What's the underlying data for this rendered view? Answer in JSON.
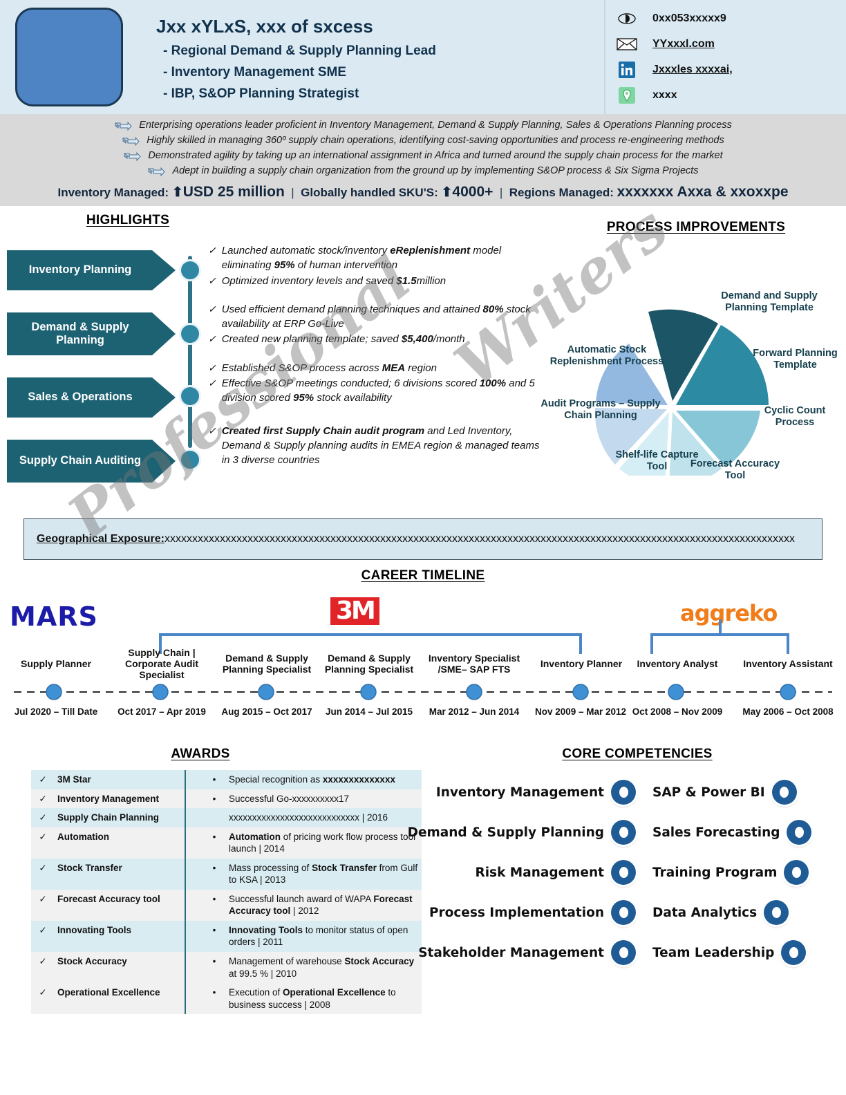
{
  "header": {
    "photo_alt": "profile-photo-placeholder",
    "name": "Jxx xYLxS, xxx of sxcess",
    "roles": [
      "- Regional Demand & Supply Planning Lead",
      "- Inventory Management SME",
      "- IBP, S&OP Planning Strategist"
    ],
    "contacts": [
      {
        "icon": "phone-icon",
        "value": "0xx053xxxxx9",
        "link": false
      },
      {
        "icon": "email-icon",
        "value": "YYxxxl.com",
        "link": true
      },
      {
        "icon": "linkedin-icon",
        "value": "Jxxxles xxxxai,",
        "link": true
      },
      {
        "icon": "location-pin-icon",
        "value": "xxxx",
        "link": false
      }
    ]
  },
  "summary": {
    "bullets": [
      "Enterprising operations leader proficient in Inventory Management, Demand & Supply Planning, Sales & Operations Planning process",
      "Highly skilled in managing 360º supply chain operations, identifying cost-saving opportunities and process re-engineering methods",
      "Demonstrated agility by taking up an international assignment in Africa and turned around the supply chain process for the market",
      "Adept in building a supply chain organization from the ground up by implementing S&OP process & Six Sigma Projects"
    ],
    "stats": [
      {
        "label": "Inventory Managed:",
        "value": "USD 25 million",
        "arrow": "up-arrow"
      },
      {
        "label": "Globally handled SKU'S:",
        "value": "4000+",
        "arrow": "up-arrow"
      },
      {
        "label": "Regions Managed:",
        "value": "xxxxxxx Axxa & xxoxxpe",
        "arrow": ""
      }
    ]
  },
  "highlights": {
    "title": "HIGHLIGHTS",
    "groups": [
      {
        "chevron": "Inventory Planning",
        "items": [
          {
            "parts": [
              {
                "t": "Launched automatic stock/inventory ",
                "b": false
              },
              {
                "t": "eReplenishment",
                "b": true
              },
              {
                "t": " model eliminating ",
                "b": false
              },
              {
                "t": "95%",
                "b": true
              },
              {
                "t": " of human intervention",
                "b": false
              }
            ]
          },
          {
            "parts": [
              {
                "t": "Optimized inventory levels and saved ",
                "b": false
              },
              {
                "t": "$1.5",
                "b": true
              },
              {
                "t": "million",
                "b": false
              }
            ]
          }
        ]
      },
      {
        "chevron": "Demand & Supply Planning",
        "items": [
          {
            "parts": [
              {
                "t": "Used efficient demand planning techniques and attained ",
                "b": false
              },
              {
                "t": "80%",
                "b": true
              },
              {
                "t": " stock availability at ERP Go-Live",
                "b": false
              }
            ]
          },
          {
            "parts": [
              {
                "t": "Created new planning template; saved ",
                "b": false
              },
              {
                "t": "$5,400",
                "b": true
              },
              {
                "t": "/month",
                "b": false
              }
            ]
          }
        ]
      },
      {
        "chevron": "Sales & Operations",
        "items": [
          {
            "parts": [
              {
                "t": "Established S&OP process across ",
                "b": false
              },
              {
                "t": "MEA",
                "b": true
              },
              {
                "t": " region",
                "b": false
              }
            ]
          },
          {
            "parts": [
              {
                "t": "Effective S&OP meetings conducted; 6 divisions scored ",
                "b": false
              },
              {
                "t": "100%",
                "b": true
              },
              {
                "t": " and 5 division scored ",
                "b": false
              },
              {
                "t": "95%",
                "b": true
              },
              {
                "t": " stock availability",
                "b": false
              }
            ]
          }
        ]
      },
      {
        "chevron": "Supply Chain Auditing",
        "items": [
          {
            "parts": [
              {
                "t": "Created first Supply Chain audit program",
                "b": true
              },
              {
                "t": " and Led Inventory, Demand & Supply planning audits in EMEA region & managed teams in 3 diverse countries",
                "b": false
              }
            ]
          }
        ]
      }
    ]
  },
  "process_improvements": {
    "title": "PROCESS  IMPROVEMENTS",
    "segments": [
      {
        "label": "Demand and Supply Planning Template",
        "color": "#1b5566"
      },
      {
        "label": "Forward Planning Template",
        "color": "#2d8aa3"
      },
      {
        "label": "Cyclic Count Process",
        "color": "#5fb4c9"
      },
      {
        "label": "Forecast Accuracy Tool",
        "color": "#b9e0ea"
      },
      {
        "label": "Shelf-life Capture Tool",
        "color": "#cfe3f2"
      },
      {
        "label": "Audit Programs – Supply Chain Planning",
        "color": "#a9c8e8"
      },
      {
        "label": "Automatic Stock Replenishment Process",
        "color": "#7fa9d8"
      }
    ]
  },
  "geographical_exposure": {
    "label": "Geographical Exposure:",
    "value": "xxxxxxxxxxxxxxxxxxxxxxxxxxxxxxxxxxxxxxxxxxxxxxxxxxxxxxxxxxxxxxxxxxxxxxxxxxxxxxxxxxxxxxxxxxxxxxxxxxxxxxxxxxxxxxxxxx"
  },
  "career_timeline": {
    "title": "CAREER TIMELINE",
    "logos": [
      {
        "name": "MARS",
        "type": "mars-logo"
      },
      {
        "name": "3M",
        "type": "3m-logo"
      },
      {
        "name": "aggreko",
        "type": "aggreko-logo"
      }
    ],
    "entries": [
      {
        "role": "Supply Planner",
        "date": "Jul 2020 – Till Date"
      },
      {
        "role": "Supply Chain | Corporate Audit Specialist",
        "date": "Oct 2017 – Apr 2019"
      },
      {
        "role": "Demand & Supply Planning Specialist",
        "date": "Aug 2015 – Oct 2017"
      },
      {
        "role": "Demand & Supply Planning Specialist",
        "date": "Jun 2014 – Jul 2015"
      },
      {
        "role": "Inventory Specialist /SME– SAP FTS",
        "date": "Mar 2012 – Jun 2014"
      },
      {
        "role": "Inventory Planner",
        "date": "Nov 2009 – Mar 2012"
      },
      {
        "role": "Inventory Analyst",
        "date": "Oct 2008 – Nov 2009"
      },
      {
        "role": "Inventory Assistant",
        "date": "May 2006 – Oct 2008"
      }
    ]
  },
  "awards": {
    "title": "AWARDS",
    "rows": [
      {
        "name": "3M Star",
        "bullet": true,
        "desc": [
          {
            "t": "Special recognition as ",
            "b": false
          },
          {
            "t": "xxxxxxxxxxxxxx",
            "b": true
          }
        ]
      },
      {
        "name": "Inventory Management",
        "bullet": true,
        "desc": [
          {
            "t": "Successful Go-xxxxxxxxxx17",
            "b": false
          }
        ]
      },
      {
        "name": "Supply Chain Planning",
        "bullet": false,
        "desc": [
          {
            "t": "xxxxxxxxxxxxxxxxxxxxxxxxxxxx | 2016",
            "b": false
          }
        ]
      },
      {
        "name": "Automation",
        "bullet": true,
        "desc": [
          {
            "t": "Automation",
            "b": true
          },
          {
            "t": " of pricing work flow process tool launch | 2014",
            "b": false
          }
        ]
      },
      {
        "name": "Stock Transfer",
        "bullet": true,
        "desc": [
          {
            "t": "Mass processing of ",
            "b": false
          },
          {
            "t": "Stock Transfer",
            "b": true
          },
          {
            "t": " from Gulf to KSA | 2013",
            "b": false
          }
        ]
      },
      {
        "name": "Forecast Accuracy tool",
        "bullet": true,
        "desc": [
          {
            "t": "Successful launch award of WAPA ",
            "b": false
          },
          {
            "t": "Forecast Accuracy tool",
            "b": true
          },
          {
            "t": " | 2012",
            "b": false
          }
        ]
      },
      {
        "name": "Innovating Tools",
        "bullet": true,
        "desc": [
          {
            "t": "Innovating Tools",
            "b": true
          },
          {
            "t": " to monitor status of open orders | 2011",
            "b": false
          }
        ]
      },
      {
        "name": "Stock Accuracy",
        "bullet": true,
        "desc": [
          {
            "t": "Management of warehouse ",
            "b": false
          },
          {
            "t": "Stock Accuracy",
            "b": true
          },
          {
            "t": " at 99.5 % | 2010",
            "b": false
          }
        ]
      },
      {
        "name": "Operational Excellence",
        "bullet": true,
        "desc": [
          {
            "t": "Execution of ",
            "b": false
          },
          {
            "t": "Operational Excellence",
            "b": true
          },
          {
            "t": " to business success | 2008",
            "b": false
          }
        ]
      }
    ]
  },
  "core_competencies": {
    "title": "CORE COMPETENCIES",
    "rows": [
      {
        "left": "Inventory Management",
        "right": "SAP & Power BI"
      },
      {
        "left": "Demand & Supply Planning",
        "right": "Sales Forecasting"
      },
      {
        "left": "Risk Management",
        "right": "Training Program"
      },
      {
        "left": "Process Implementation",
        "right": "Data Analytics"
      },
      {
        "left": "Stakeholder Management",
        "right": "Team Leadership"
      }
    ]
  },
  "watermark": {
    "line1": "Professional",
    "line2": "Writers"
  },
  "colors": {
    "header_bg": "#dbeaf2",
    "summary_bg": "#d9d9d9",
    "chevron": "#1d6273",
    "accent_teal": "#2f87a3",
    "geo_box": "#d7e7ef",
    "award_row_a": "#d9ecf2",
    "award_row_b": "#f1f1f1",
    "ring": "#1f5c96",
    "mars_blue": "#1d1ca8",
    "3m_red": "#e02428",
    "aggreko_orange": "#f07d1a"
  }
}
